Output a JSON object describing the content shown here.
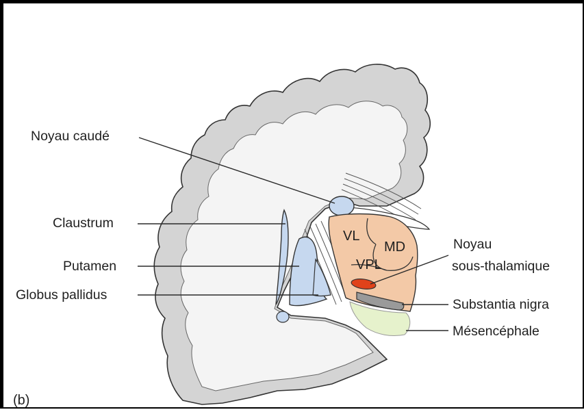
{
  "panel_label": "(b)",
  "labels": {
    "caudate": "Noyau caudé",
    "claustrum": "Claustrum",
    "putamen": "Putamen",
    "globus_pallidus": "Globus pallidus",
    "subthalamic_line1": "Noyau",
    "subthalamic_line2": "sous-thalamique",
    "substantia_nigra": "Substantia nigra",
    "midbrain": "Mésencéphale"
  },
  "nuclei": {
    "vl": "VL",
    "md": "MD",
    "vpl": "VPL"
  },
  "colors": {
    "cortex_gray": "#d4d4d4",
    "white_matter": "#f4f4f4",
    "outline": "#333333",
    "basal_ganglia_blue": "#c6d8ef",
    "thalamus_peach": "#f3c9a7",
    "subthalamic_red": "#e0421a",
    "substantia_nigra_gray": "#9a9a9a",
    "midbrain_green": "#e6f2cc"
  }
}
